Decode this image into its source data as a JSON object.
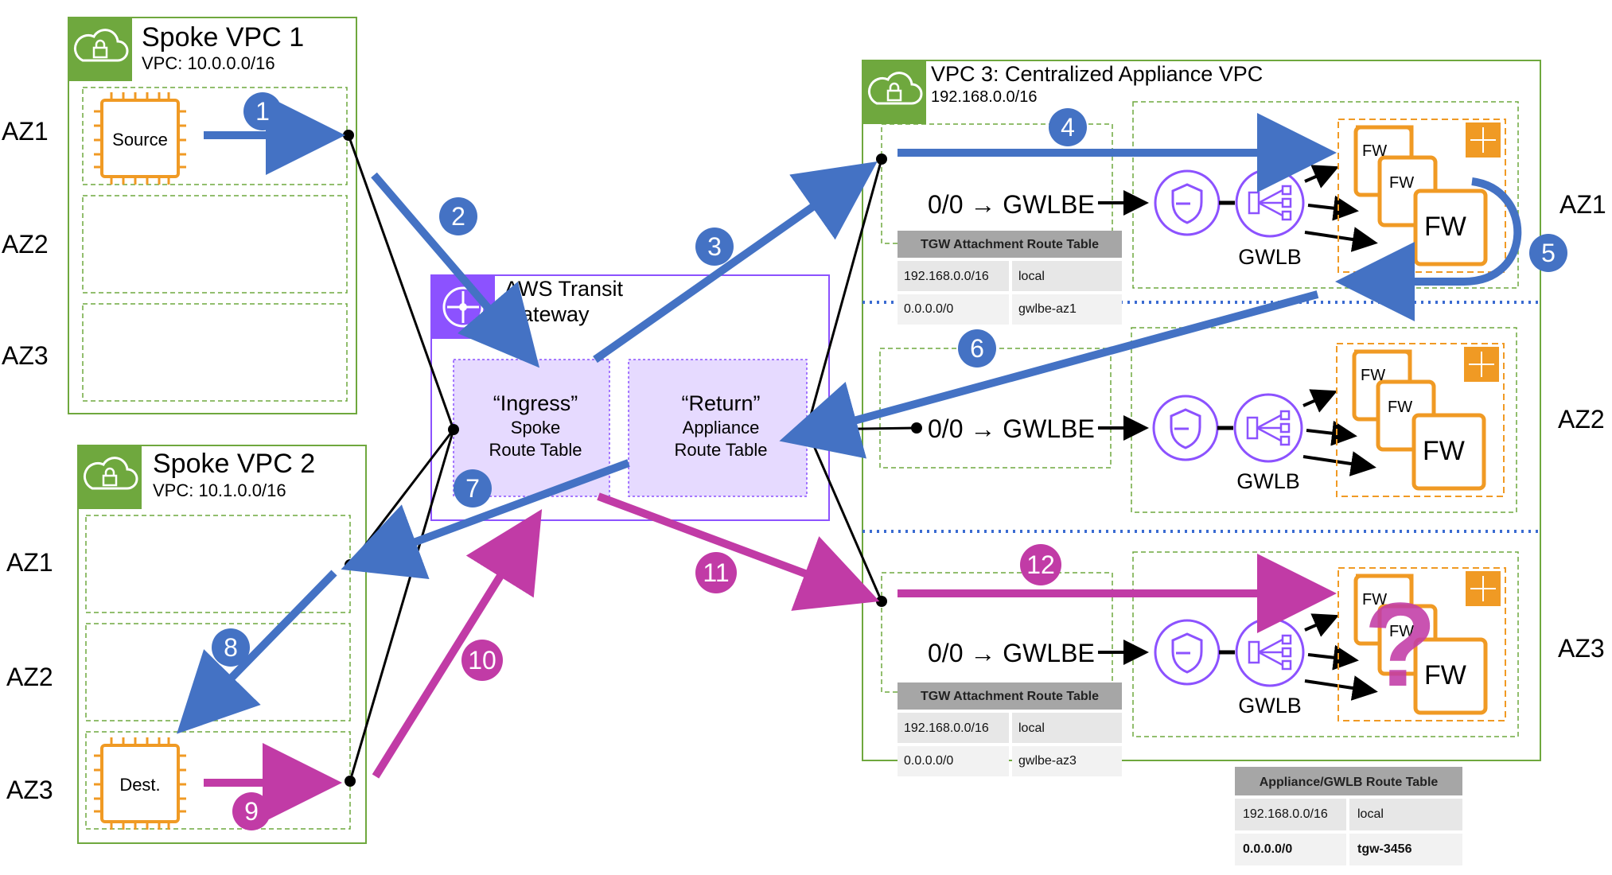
{
  "colors": {
    "blue": "#4472C4",
    "magenta": "#C13BA6",
    "green": "#6FA83E",
    "orange": "#F09A24",
    "purple": "#8C52FF",
    "lavender": "#E6DAFF",
    "blue_dot": "#3A6BD1"
  },
  "az_labels": {
    "left_vpc1": [
      "AZ1",
      "AZ2",
      "AZ3"
    ],
    "left_vpc2": [
      "AZ1",
      "AZ2",
      "AZ3"
    ],
    "right": [
      "AZ1",
      "AZ2",
      "AZ3"
    ]
  },
  "spoke1": {
    "title": "Spoke VPC 1",
    "cidr": "VPC: 10.0.0.0/16",
    "instance": "Source"
  },
  "spoke2": {
    "title": "Spoke VPC 2",
    "cidr": "VPC: 10.1.0.0/16",
    "instance": "Dest."
  },
  "tgw": {
    "title_line1": "AWS Transit",
    "title_line2": "Gateway",
    "ingress": {
      "line1": "“Ingress”",
      "line2": "Spoke",
      "line3": "Route Table"
    },
    "return": {
      "line1": "“Return”",
      "line2": "Appliance",
      "line3": "Route Table"
    }
  },
  "vpc3": {
    "title": "VPC 3: Centralized  Appliance VPC",
    "cidr": "192.168.0.0/16"
  },
  "route_label": "0/0 → GWLBE",
  "gwlb_label": "GWLB",
  "fw_label": "FW",
  "question": "?",
  "steps": [
    "1",
    "2",
    "3",
    "4",
    "5",
    "6",
    "7",
    "8",
    "9",
    "10",
    "11",
    "12"
  ],
  "tgw_rt_az1": {
    "title": "TGW Attachment Route Table",
    "rows": [
      [
        "192.168.0.0/16",
        "local"
      ],
      [
        "0.0.0.0/0",
        "gwlbe-az1"
      ]
    ]
  },
  "tgw_rt_az3": {
    "title": "TGW Attachment Route Table",
    "rows": [
      [
        "192.168.0.0/16",
        "local"
      ],
      [
        "0.0.0.0/0",
        "gwlbe-az3"
      ]
    ]
  },
  "appliance_rt": {
    "title": "Appliance/GWLB Route Table",
    "rows": [
      [
        "192.168.0.0/16",
        "local"
      ],
      [
        "0.0.0.0/0",
        "tgw-3456"
      ]
    ]
  }
}
